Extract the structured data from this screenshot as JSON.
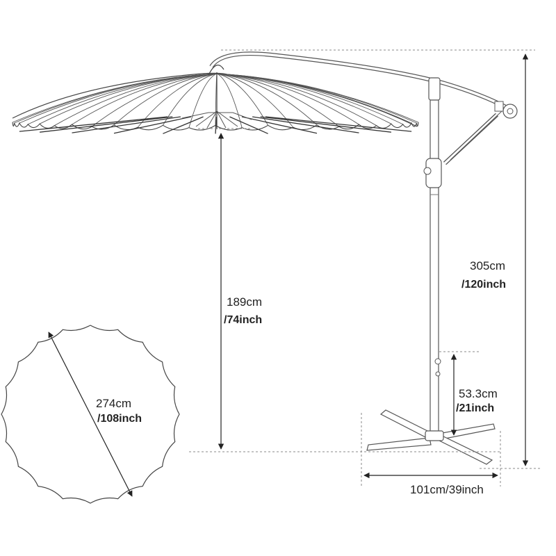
{
  "dimensions": {
    "total_height": {
      "metric": "305cm",
      "imperial": "/120inch"
    },
    "canopy_clearance": {
      "metric": "189cm",
      "imperial": "/74inch"
    },
    "canopy_diameter": {
      "metric": "274cm",
      "imperial": "/108inch"
    },
    "pole_to_base": {
      "metric": "53.3cm",
      "imperial": "/21inch"
    },
    "base_width": {
      "label": "101cm/39inch"
    }
  },
  "canopy_ribs": 24,
  "colors": {
    "line": "#333333",
    "dim_line": "#222222",
    "dashed": "#888888",
    "canopy_fill": "#ffffff"
  }
}
